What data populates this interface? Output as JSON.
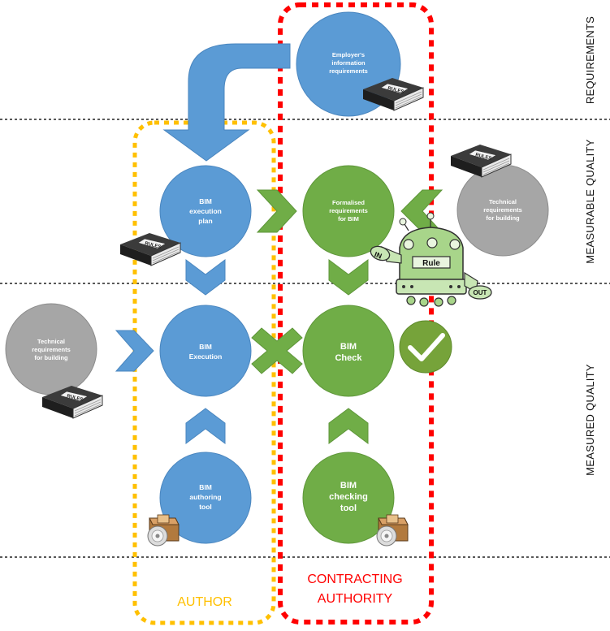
{
  "bands": {
    "requirements": "REQUIREMENTS",
    "measurable_quality": "MEASURABLE QUALITY",
    "measured_quality": "MEASURED QUALITY"
  },
  "containers": {
    "author": "AUTHOR",
    "contracting_authority_line1": "CONTRACTING",
    "contracting_authority_line2": "AUTHORITY"
  },
  "nodes": {
    "employer": [
      "Employer's",
      "information",
      "requirements"
    ],
    "bim_execution_plan": [
      "BIM",
      "execution",
      "plan"
    ],
    "formalised": [
      "Formalised",
      "requirements",
      "for BIM"
    ],
    "technical_right": [
      "Technical",
      "requirements",
      "for building"
    ],
    "technical_left": [
      "Technical",
      "requirements",
      "for building"
    ],
    "bim_execution": [
      "BIM",
      "Execution"
    ],
    "bim_check": [
      "BIM",
      "Check"
    ],
    "bim_authoring_tool": [
      "BIM",
      "authoring",
      "tool"
    ],
    "bim_checking_tool": [
      "BIM",
      "checking",
      "tool"
    ]
  },
  "book_label": "RULES",
  "robot": {
    "in": "IN",
    "rule": "Rule",
    "out": "OUT"
  },
  "colors": {
    "blue": "#5b9bd5",
    "green": "#70ad47",
    "grey": "#a6a6a6",
    "author_border": "#ffc000",
    "authority_border": "#ff0000",
    "arrow_blue": "#5b9bd5",
    "arrow_green": "#70ad47"
  },
  "icons": [
    "rules-book-icon",
    "software-box-icon",
    "rule-robot-icon",
    "checkmark-icon"
  ]
}
